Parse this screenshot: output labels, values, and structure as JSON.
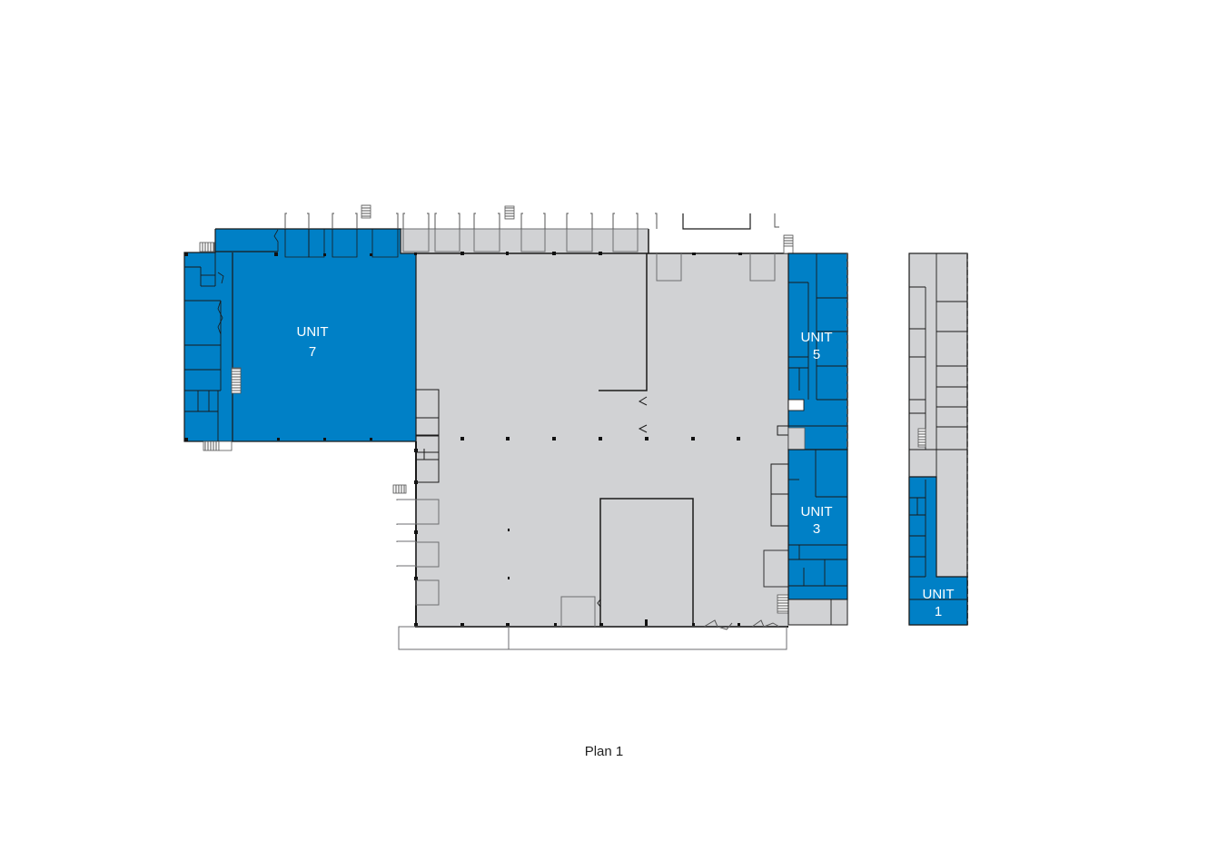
{
  "floor_plan": {
    "title": "Plan 1",
    "colors": {
      "available_unit": "#0080c6",
      "common_area": "#d1d2d4",
      "walls": "#1a1a1a",
      "light_walls": "#6d6e70",
      "background": "#ffffff"
    },
    "units": [
      {
        "id": "unit-7",
        "label_line1": "UNIT",
        "label_line2": "7",
        "status": "highlighted"
      },
      {
        "id": "unit-5",
        "label_line1": "UNIT",
        "label_line2": "5",
        "status": "highlighted"
      },
      {
        "id": "unit-3",
        "label_line1": "UNIT",
        "label_line2": "3",
        "status": "highlighted"
      },
      {
        "id": "unit-1",
        "label_line1": "UNIT",
        "label_line2": "1",
        "status": "highlighted"
      }
    ],
    "legend": []
  }
}
